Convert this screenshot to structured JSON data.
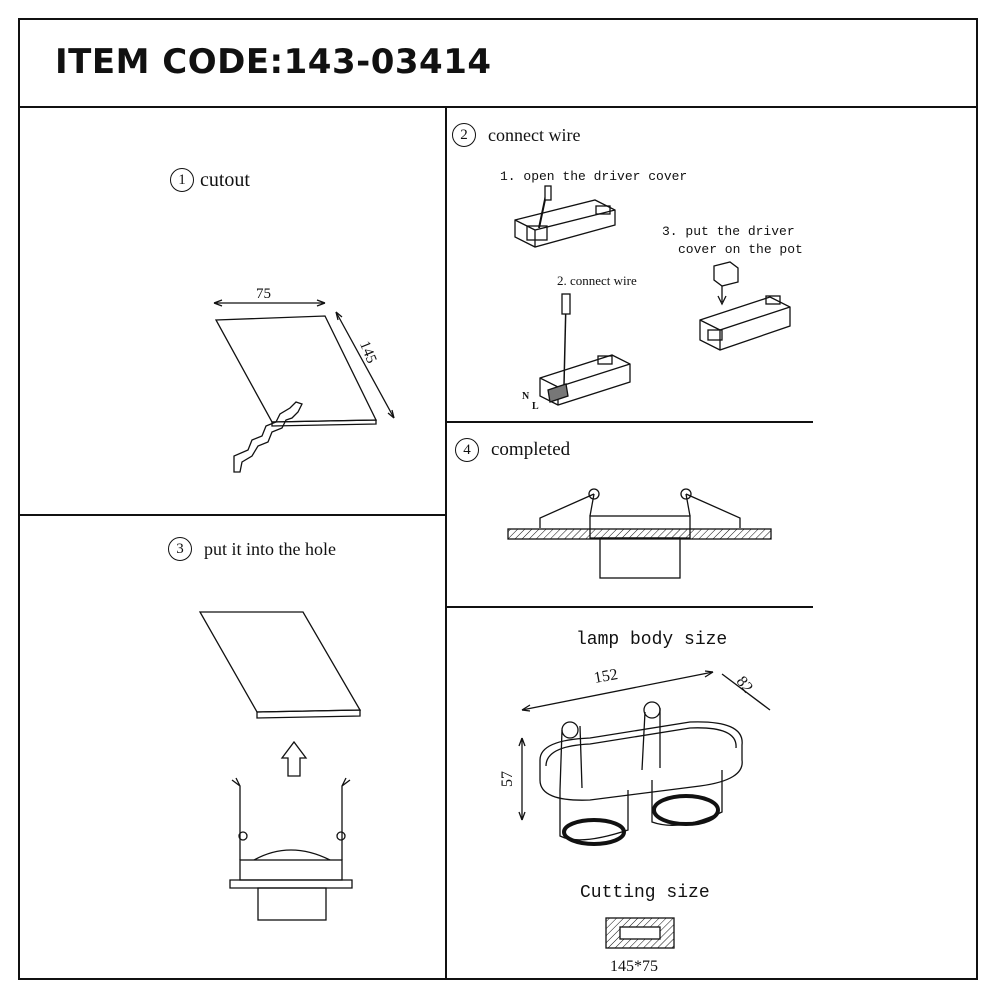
{
  "header": {
    "item_code": "ITEM CODE:143-03414"
  },
  "steps": {
    "cutout": {
      "number": "1",
      "label": "cutout",
      "width": "75",
      "height": "145"
    },
    "connect_wire": {
      "number": "2",
      "label": "connect wire",
      "sub1": "1. open the driver cover",
      "sub2": "2. connect wire",
      "sub3_line1": "3. put the driver",
      "sub3_line2": "cover on the pot",
      "wire_L": "L",
      "wire_N": "N"
    },
    "put_in_hole": {
      "number": "3",
      "label": "put it into the hole"
    },
    "completed": {
      "number": "4",
      "label": "completed"
    }
  },
  "lamp_body": {
    "title": "lamp body size",
    "length": "152",
    "width": "82",
    "height": "57"
  },
  "cutting": {
    "title": "Cutting size",
    "size": "145*75"
  }
}
